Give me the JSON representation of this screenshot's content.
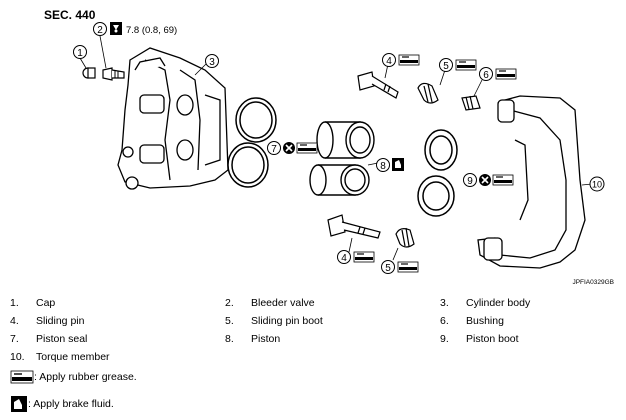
{
  "section": "SEC. 440",
  "torque": "7.8 (0.8, 69)",
  "figure_id": "JPFIA0329GB",
  "callouts": [
    "1",
    "2",
    "3",
    "4",
    "5",
    "6",
    "7",
    "8",
    "9",
    "10"
  ],
  "parts": [
    {
      "num": "1.",
      "name": "Cap"
    },
    {
      "num": "2.",
      "name": "Bleeder valve"
    },
    {
      "num": "3.",
      "name": "Cylinder body"
    },
    {
      "num": "4.",
      "name": "Sliding pin"
    },
    {
      "num": "5.",
      "name": "Sliding pin boot"
    },
    {
      "num": "6.",
      "name": "Bushing"
    },
    {
      "num": "7.",
      "name": "Piston seal"
    },
    {
      "num": "8.",
      "name": "Piston"
    },
    {
      "num": "9.",
      "name": "Piston boot"
    },
    {
      "num": "10.",
      "name": "Torque member"
    }
  ],
  "symbols": [
    {
      "icon": "rubber-grease-icon",
      "text": ": Apply rubber grease."
    },
    {
      "icon": "brake-fluid-icon",
      "text": ": Apply brake fluid."
    }
  ]
}
